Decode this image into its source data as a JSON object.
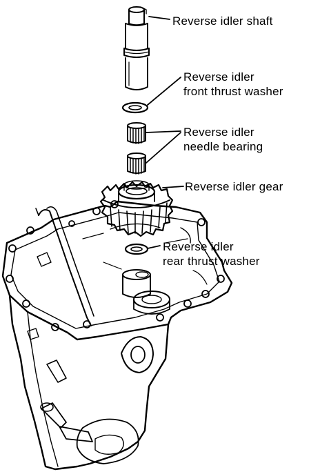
{
  "labels": {
    "shaft": {
      "line1": "Reverse idler shaft"
    },
    "front_washer": {
      "line1": "Reverse idler",
      "line2": "front thrust washer"
    },
    "needle_bearing": {
      "line1": "Reverse idler",
      "line2": "needle bearing"
    },
    "gear": {
      "line1": "Reverse idler gear"
    },
    "rear_washer": {
      "line1": "Reverse idler",
      "line2": "rear thrust washer"
    }
  },
  "colors": {
    "ink": "#000000",
    "paper": "#ffffff"
  }
}
